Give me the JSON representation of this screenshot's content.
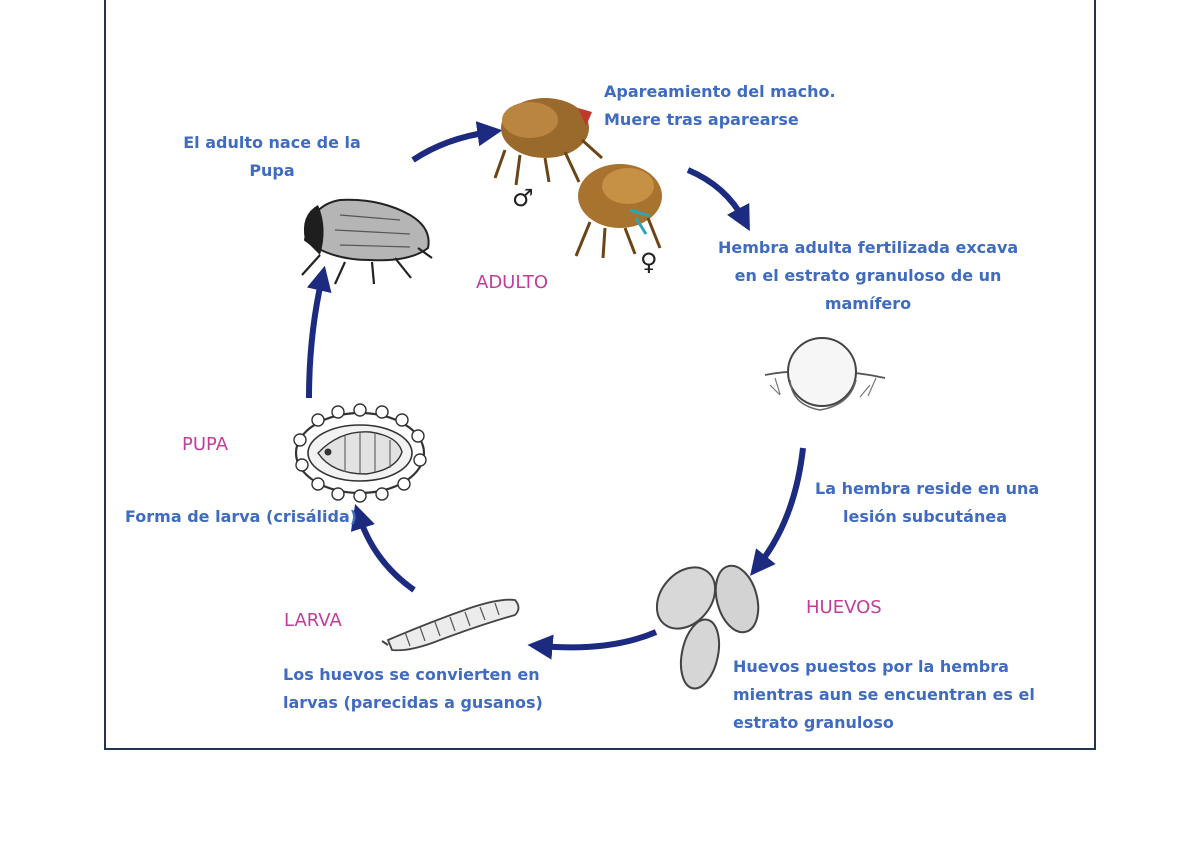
{
  "stages": {
    "adult": "ADULTO",
    "eggs": "HUEVOS",
    "larva": "LARVA",
    "pupa": "PUPA"
  },
  "descriptions": {
    "mating": [
      "Apareamiento del macho.",
      "Muere tras aparearse"
    ],
    "fertilized": [
      "Hembra adulta fertilizada excava",
      "en el estrato granuloso de un",
      "mamífero"
    ],
    "lesion": [
      "La hembra reside en una",
      "lesión subcutánea"
    ],
    "eggs_laid": [
      "Huevos puestos por la hembra",
      "mientras aun se encuentran es el",
      "estrato granuloso"
    ],
    "larva_desc": [
      "Los huevos se convierten en",
      "larvas (parecidas a gusanos)"
    ],
    "pupa_desc": "Forma de larva (crisálida)",
    "adult_emerges": [
      "El adulto nace de la",
      "Pupa"
    ]
  },
  "symbols": {
    "male": "♂",
    "female": "♀"
  },
  "colors": {
    "description_text": "#3f6bc0",
    "stage_text": "#c23d9a",
    "arrow": "#1c2a80",
    "frame": "#1f3550"
  }
}
